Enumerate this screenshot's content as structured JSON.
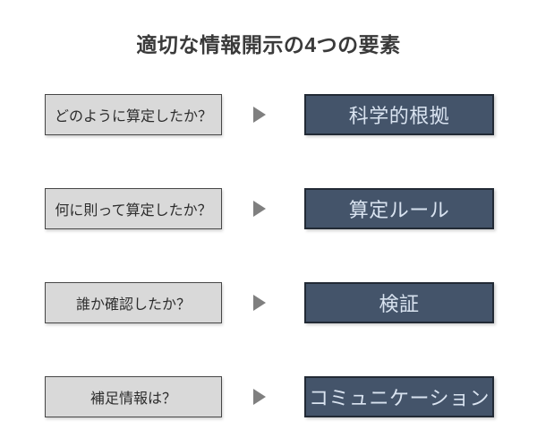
{
  "title": "適切な情報開示の4つの要素",
  "colors": {
    "background": "#ffffff",
    "title_text": "#3a3a3a",
    "question_box_bg": "#d9d9d9",
    "question_box_border": "#474747",
    "question_text": "#2d2d2d",
    "arrow": "#7f7f7f",
    "answer_box_bg": "#44546a",
    "answer_box_border": "#222a35",
    "answer_text": "#d9e3f0"
  },
  "rows": [
    {
      "question": "どのように算定したか？",
      "answer": "科学的根拠"
    },
    {
      "question": "何に則って算定したか？",
      "answer": "算定ルール"
    },
    {
      "question": "誰か確認したか？",
      "answer": "検証"
    },
    {
      "question": "補足情報は？",
      "answer": "コミュニケーション"
    }
  ]
}
